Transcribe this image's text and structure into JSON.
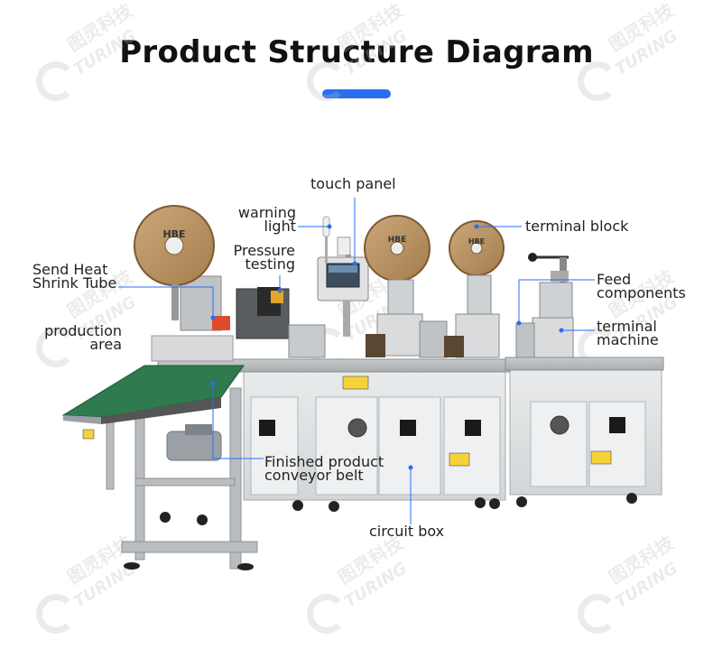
{
  "title": "Product Structure Diagram",
  "accent_color": "#2a6ef0",
  "watermark": {
    "brand_cn": "图灵科技",
    "brand_en": "TURING"
  },
  "labels": {
    "touch_panel": "touch panel",
    "warning_light": [
      "warning",
      "light"
    ],
    "terminal_block": "terminal block",
    "pressure_testing": [
      "Pressure",
      "testing"
    ],
    "send_heat_shrink_tube": [
      "Send Heat",
      "Shrink Tube"
    ],
    "feed_components": [
      "Feed",
      "components"
    ],
    "production_area": [
      "production",
      "area"
    ],
    "terminal_machine": [
      "terminal",
      "machine"
    ],
    "finished_product_conveyor_belt": [
      "Finished product",
      "conveyor belt"
    ],
    "circuit_box": "circuit box"
  },
  "reel_labels": [
    "HBE",
    "HBE",
    "HBE"
  ]
}
